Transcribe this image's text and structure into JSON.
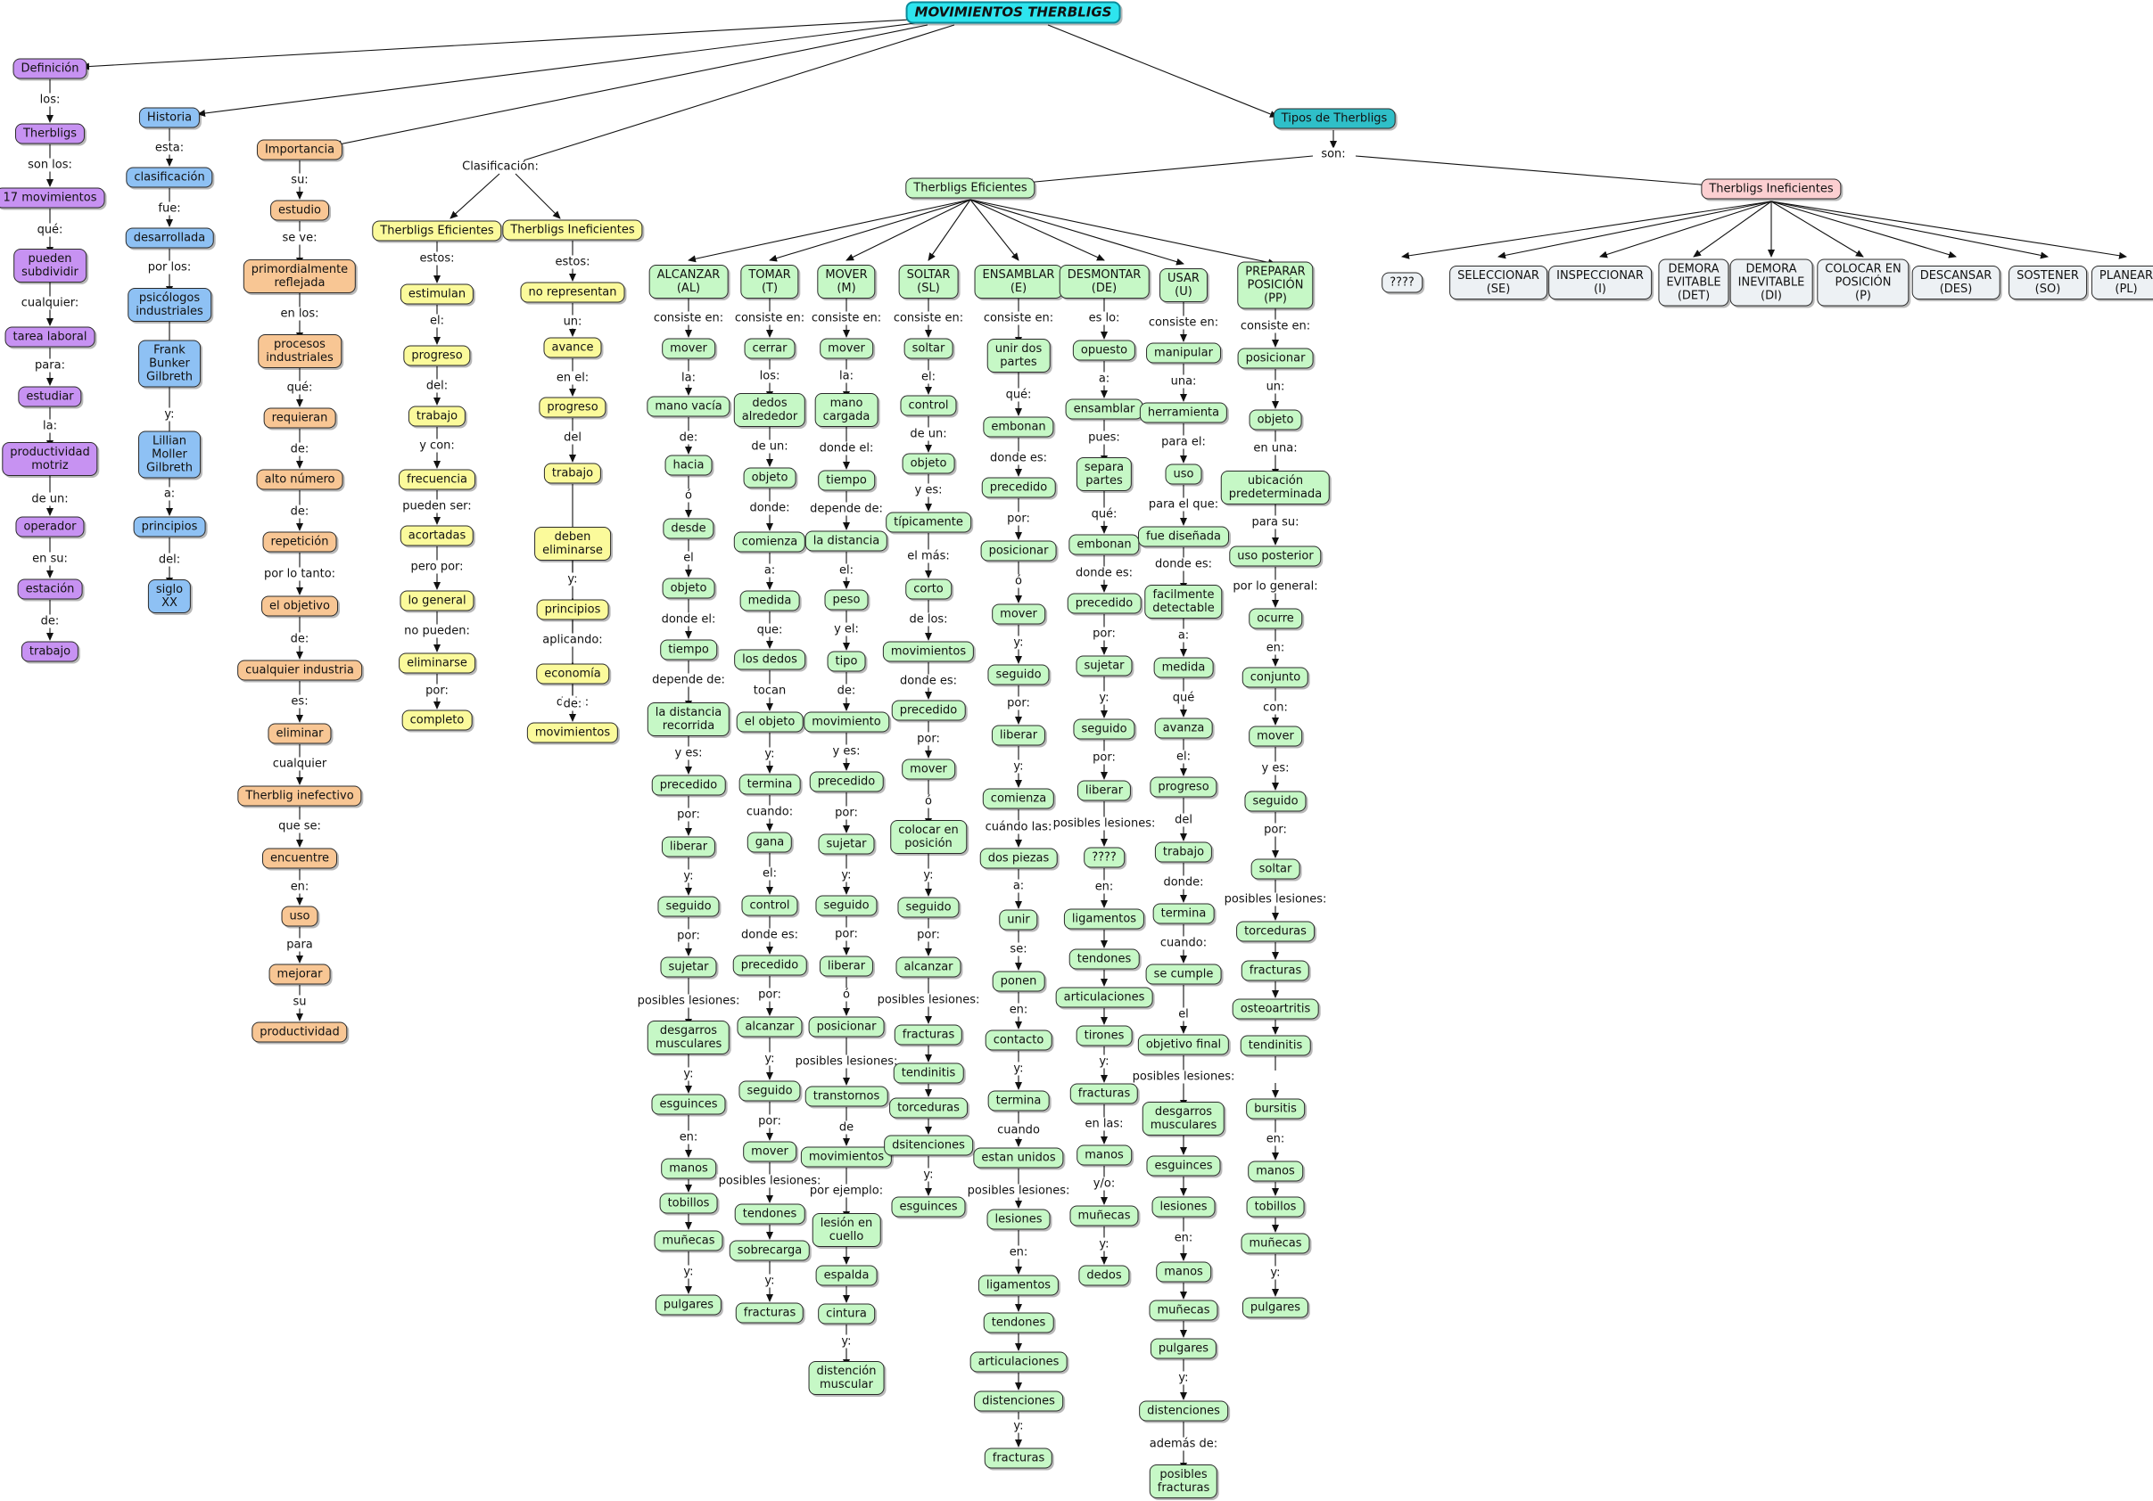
{
  "colors": {
    "root": "#2ee4ee",
    "def": "#c792f2",
    "hist": "#8ec1f4",
    "imp": "#f8c694",
    "clas": "#fbfa9b",
    "tipos": "#2fbfc8",
    "efic": "#c6f8c6",
    "inef": "#fccfd1",
    "grey": "#edf1f4"
  },
  "nodes": {
    "root": "MOVIMIENTOS THERBLIGS",
    "def": "Definición",
    "def_1": "Therbligs",
    "def_2": "17 movimientos",
    "def_3": "pueden\nsubdividir",
    "def_4": "tarea laboral",
    "def_5": "estudiar",
    "def_6": "productividad\nmotriz",
    "def_7": "operador",
    "def_8": "estación",
    "def_9": "trabajo",
    "his": "Historia",
    "his_1": "clasificación",
    "his_2": "desarrollada",
    "his_3": "psicólogos\nindustriales",
    "his_4": "Frank\nBunker\nGilbreth",
    "his_5": "Lillian\nMoller\nGilbreth",
    "his_6": "principios",
    "his_7": "siglo\nXX",
    "imp": "Importancia",
    "imp_1": "estudio",
    "imp_2": "primordialmente\nreflejada",
    "imp_3": "procesos\nindustriales",
    "imp_4": "requieran",
    "imp_5": "alto número",
    "imp_6": "repetición",
    "imp_7": "el objetivo",
    "imp_8": "cualquier industria",
    "imp_9": "eliminar",
    "imp_10": "Therblig inefectivo",
    "imp_11": "encuentre",
    "imp_12": "uso",
    "imp_13": "mejorar",
    "imp_14": "productividad",
    "cle": "Therbligs Eficientes",
    "cle_1": "estimulan",
    "cle_2": "progreso",
    "cle_3": "trabajo",
    "cle_4": "frecuencia",
    "cle_5": "acortadas",
    "cle_6": "lo general",
    "cle_7": "eliminarse",
    "cle_8": "completo",
    "cli": "Therbligs Ineficientes",
    "cli_1": "no representan",
    "cli_2": "avance",
    "cli_3": "progreso",
    "cli_4": "trabajo",
    "cli_5": "deben\neliminarse",
    "cli_6": "principios",
    "cli_7": "economía",
    "cli_8": "movimientos",
    "tip": "Tipos de Therbligs",
    "te": "Therbligs Eficientes",
    "ti": "Therbligs Ineficientes",
    "al": "ALCANZAR\n(AL)",
    "al_1": "mover",
    "al_2": "mano vacía",
    "al_3": "hacia",
    "al_4": "desde",
    "al_5": "objeto",
    "al_6": "tiempo",
    "al_7": "la distancia\nrecorrida",
    "al_8": "precedido",
    "al_9": "liberar",
    "al_10": "seguido",
    "al_11": "sujetar",
    "al_12": "desgarros\nmusculares",
    "al_13": "esguinces",
    "al_14": "manos",
    "al_15": "tobillos",
    "al_16": "muñecas",
    "al_17": "pulgares",
    "to": "TOMAR\n(T)",
    "to_1": "cerrar",
    "to_2": "dedos\nalrededor",
    "to_3": "objeto",
    "to_4": "comienza",
    "to_5": "medida",
    "to_6": "los dedos",
    "to_7": "el objeto",
    "to_8": "termina",
    "to_9": "gana",
    "to_10": "control",
    "to_11": "precedido",
    "to_12": "alcanzar",
    "to_13": "seguido",
    "to_14": "mover",
    "to_15": "tendones",
    "to_16": "sobrecarga",
    "to_17": "fracturas",
    "mo": "MOVER\n(M)",
    "mo_1": "mover",
    "mo_2": "mano\ncargada",
    "mo_3": "tiempo",
    "mo_4": "la distancia",
    "mo_5": "peso",
    "mo_6": "tipo",
    "mo_7": "movimiento",
    "mo_8": "precedido",
    "mo_9": "sujetar",
    "mo_10": "seguido",
    "mo_11": "liberar",
    "mo_12": "posicionar",
    "mo_13": "transtornos",
    "mo_14": "movimientos",
    "mo_15": "lesión en\ncuello",
    "mo_16": "espalda",
    "mo_17": "cintura",
    "mo_18": "distención\nmuscular",
    "so": "SOLTAR\n(SL)",
    "so_1": "soltar",
    "so_2": "control",
    "so_3": "objeto",
    "so_4": "típicamente",
    "so_5": "corto",
    "so_6": "movimientos",
    "so_7": "precedido",
    "so_8": "mover",
    "so_9": "colocar en\nposición",
    "so_10": "seguido",
    "so_11": "alcanzar",
    "so_12": "fracturas",
    "so_13": "tendinitis",
    "so_14": "torceduras",
    "so_15": "dsitenciones",
    "so_16": "esguinces",
    "en": "ENSAMBLAR\n(E)",
    "en_1": "unir dos\npartes",
    "en_2": "embonan",
    "en_3": "precedido",
    "en_4": "posicionar",
    "en_5": "mover",
    "en_6": "seguido",
    "en_7": "liberar",
    "en_8": "comienza",
    "en_9": "dos piezas",
    "en_10": "unir",
    "en_11": "ponen",
    "en_12": "contacto",
    "en_13": "termina",
    "en_14": "estan unidos",
    "en_15": "lesiones",
    "en_16": "ligamentos",
    "en_17": "tendones",
    "en_18": "articulaciones",
    "en_19": "distenciones",
    "en_20": "fracturas",
    "de": "DESMONTAR\n(DE)",
    "de_1": "opuesto",
    "de_2": "ensamblar",
    "de_3": "separa\npartes",
    "de_4": "embonan",
    "de_5": "precedido",
    "de_6": "sujetar",
    "de_7": "seguido",
    "de_8": "liberar",
    "de_9": "????",
    "de_10": "ligamentos",
    "de_11": "tendones",
    "de_12": "articulaciones",
    "de_13": "tirones",
    "de_14": "fracturas",
    "de_15": "manos",
    "de_16": "muñecas",
    "de_17": "dedos",
    "us": "USAR\n(U)",
    "us_1": "manipular",
    "us_2": "herramienta",
    "us_3": "uso",
    "us_4": "fue diseñada",
    "us_5": "facilmente\ndetectable",
    "us_6": "medida",
    "us_7": "avanza",
    "us_8": "progreso",
    "us_9": "trabajo",
    "us_10": "termina",
    "us_11": "se cumple",
    "us_12": "objetivo final",
    "us_13": "desgarros\nmusculares",
    "us_14": "esguinces",
    "us_15": "lesiones",
    "us_16": "manos",
    "us_17": "muñecas",
    "us_18": "pulgares",
    "us_19": "distenciones",
    "us_20": "posibles\nfracturas",
    "pp": "PREPARAR\nPOSICIÓN\n(PP)",
    "pp_1": "posicionar",
    "pp_2": "objeto",
    "pp_3": "ubicación\npredeterminada",
    "pp_4": "uso posterior",
    "pp_5": "ocurre",
    "pp_6": "conjunto",
    "pp_7": "mover",
    "pp_8": "seguido",
    "pp_9": "soltar",
    "pp_10": "torceduras",
    "pp_11": "fracturas",
    "pp_12": "osteoartritis",
    "pp_13": "tendinitis",
    "pp_14": "bursitis",
    "pp_15": "manos",
    "pp_16": "tobillos",
    "pp_17": "muñecas",
    "pp_18": "pulgares",
    "i1": "????",
    "i2": "SELECCIONAR\n(SE)",
    "i3": "INSPECCIONAR\n(I)",
    "i4": "DEMORA\nEVITABLE\n(DET)",
    "i5": "DEMORA\nINEVITABLE\n(DI)",
    "i6": "COLOCAR EN\nPOSICIÓN\n(P)",
    "i7": "DESCANSAR\n(DES)",
    "i8": "SOSTENER\n(SO)",
    "i9": "PLANEAR\n(PL)"
  },
  "links": {
    "def_l1": "los:",
    "def_l2": "son los:",
    "def_l3": "qué:",
    "def_l4": "cualquier:",
    "def_l5": "para:",
    "def_l6": "la:",
    "def_l7": "de un:",
    "def_l8": "en su:",
    "def_l9": "de:",
    "his_l1": "esta:",
    "his_l2": "fue:",
    "his_l3": "por los:",
    "his_l5": "y:",
    "his_l6": "a:",
    "his_l7": "del:",
    "imp_l1": "su:",
    "imp_l2": "se ve:",
    "imp_l3": "en los:",
    "imp_l4": "qué:",
    "imp_l5": "de:",
    "imp_l6": "de:",
    "imp_l7": "por lo tanto:",
    "imp_l8": "de:",
    "imp_l9": "es:",
    "imp_l10": "cualquier",
    "imp_l11": "que se:",
    "imp_l12": "en:",
    "imp_l13": "para",
    "imp_l14": "su",
    "clas": "Clasificación:",
    "cle_l1": "estos:",
    "cle_l2": "el:",
    "cle_l3": "del:",
    "cle_l4": "y con:",
    "cle_l5": "pueden ser:",
    "cle_l6": "pero por:",
    "cle_l7": "no pueden:",
    "cle_l8": "por:",
    "cli_l1": "estos:",
    "cli_l2": "un:",
    "cli_l3": "en el:",
    "cli_l4": "del",
    "cli_l5": "y:",
    "cli_l6": "aplicando:",
    "cli_l7": "de la:",
    "cli_l8": "de:",
    "son": "son:",
    "al_l1": "consiste en:",
    "al_l2": "la:",
    "al_l3": "de:",
    "al_l4": "ó",
    "al_l5": "el",
    "al_l6": "donde el:",
    "al_l7": "depende de:",
    "al_l8": "y es:",
    "al_l9": "por:",
    "al_l10": "y:",
    "al_l11": "por:",
    "al_l12": "posibles lesiones:",
    "al_l13": "y:",
    "al_l14": "en:",
    "al_l17": "y:",
    "to_l1": "consiste en:",
    "to_l2": "los:",
    "to_l3": "de un:",
    "to_l4": "donde:",
    "to_l5": "a:",
    "to_l6": "que:",
    "to_l7": "tocan",
    "to_l8": "y:",
    "to_l9": "cuando:",
    "to_l10": "el:",
    "to_l11": "donde es:",
    "to_l12": "por:",
    "to_l13": "y:",
    "to_l14": "por:",
    "to_l15": "posibles lesiones:",
    "to_l17": "y:",
    "mo_l1": "consiste en:",
    "mo_l2": "la:",
    "mo_l3": "donde el:",
    "mo_l4": "depende de:",
    "mo_l5": "el:",
    "mo_l6": "y el:",
    "mo_l7": "de:",
    "mo_l8": "y es:",
    "mo_l9": "por:",
    "mo_l10": "y:",
    "mo_l11": "por:",
    "mo_l12": "ó",
    "mo_l13": "posibles lesiones:",
    "mo_l14": "de",
    "mo_l15": "por ejemplo:",
    "mo_l18": "y:",
    "so_l1": "consiste en:",
    "so_l2": "el:",
    "so_l3": "de un:",
    "so_l4": "y es:",
    "so_l5": "el más:",
    "so_l6": "de los:",
    "so_l7": "donde es:",
    "so_l8": "por:",
    "so_l9": "ó",
    "so_l10": "y:",
    "so_l11": "por:",
    "so_l12": "posibles lesiones:",
    "so_l16": "y:",
    "en_l1": "consiste en:",
    "en_l2": "qué:",
    "en_l3": "donde es:",
    "en_l4": "por:",
    "en_l5": "ó",
    "en_l6": "y:",
    "en_l7": "por:",
    "en_l8": "y:",
    "en_l9": "cuándo las:",
    "en_l10": "a:",
    "en_l11": "se:",
    "en_l12": "en:",
    "en_l13": "y:",
    "en_l14": "cuando",
    "en_l15": "posibles lesiones:",
    "en_l16": "en:",
    "en_l20": "y:",
    "de_l1": "es lo:",
    "de_l2": "a:",
    "de_l3": "pues:",
    "de_l4": "qué:",
    "de_l5": "donde es:",
    "de_l6": "por:",
    "de_l7": "y:",
    "de_l8": "por:",
    "de_l9": "posibles lesiones:",
    "de_l10": "en:",
    "de_l14": "y:",
    "de_l15": "en las:",
    "de_l16": "y/o:",
    "de_l17": "y:",
    "us_l1": "consiste en:",
    "us_l2": "una:",
    "us_l3": "para el:",
    "us_l4": "para el que:",
    "us_l5": "donde es:",
    "us_l6": "a:",
    "us_l7": "qué",
    "us_l8": "el:",
    "us_l9": "del",
    "us_l10": "donde:",
    "us_l11": "cuando:",
    "us_l12": "el",
    "us_l13": "posibles lesiones:",
    "us_l16": "en:",
    "us_l19": "y:",
    "us_l20": "además de:",
    "pp_l1": "consiste en:",
    "pp_l2": "un:",
    "pp_l3": "en una:",
    "pp_l4": "para su:",
    "pp_l5": "por lo general:",
    "pp_l6": "en:",
    "pp_l7": "con:",
    "pp_l8": "y es:",
    "pp_l9": "por:",
    "pp_l10": "posibles lesiones:",
    "pp_l15": "en:",
    "pp_l18": "y:"
  }
}
